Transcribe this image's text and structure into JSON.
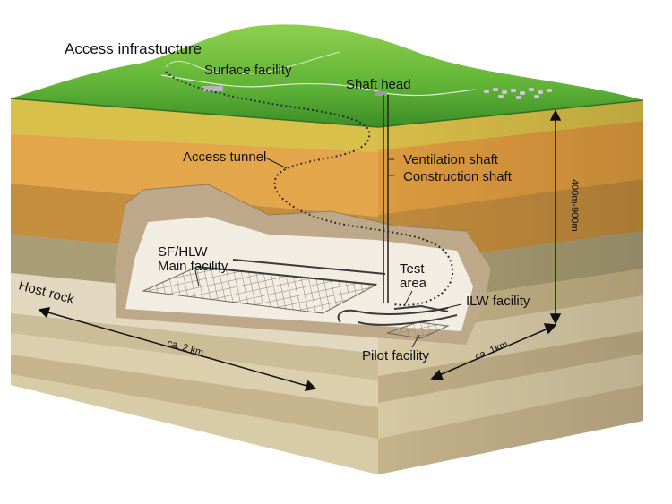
{
  "labels": {
    "access_infrastructure": "Access infrastucture",
    "surface_facility": "Surface facility",
    "shaft_head": "Shaft head",
    "access_tunnel": "Access tunnel",
    "ventilation_shaft": "Ventilation shaft",
    "construction_shaft": "Construction shaft",
    "depth": "400m-900m",
    "sf_hlw_line1": "SF/HLW",
    "sf_hlw_line2": "Main facility",
    "test_area_line1": "Test",
    "test_area_line2": "area",
    "ilw_facility": "ILW facility",
    "host_rock": "Host rock",
    "length_2km": "ca. 2 km",
    "length_1km": "ca. 1km",
    "pilot_facility": "Pilot facility"
  },
  "colors": {
    "grass_light": "#8ccc4a",
    "grass_dark": "#3f9a2a",
    "soil_yellow": "#d9c14a",
    "soil_orange": "#e3a347",
    "soil_amber": "#c98a3a",
    "rock_tan": "#b9a67a",
    "host_rock": "#ddd2b8",
    "cavity": "#f2ede2"
  }
}
